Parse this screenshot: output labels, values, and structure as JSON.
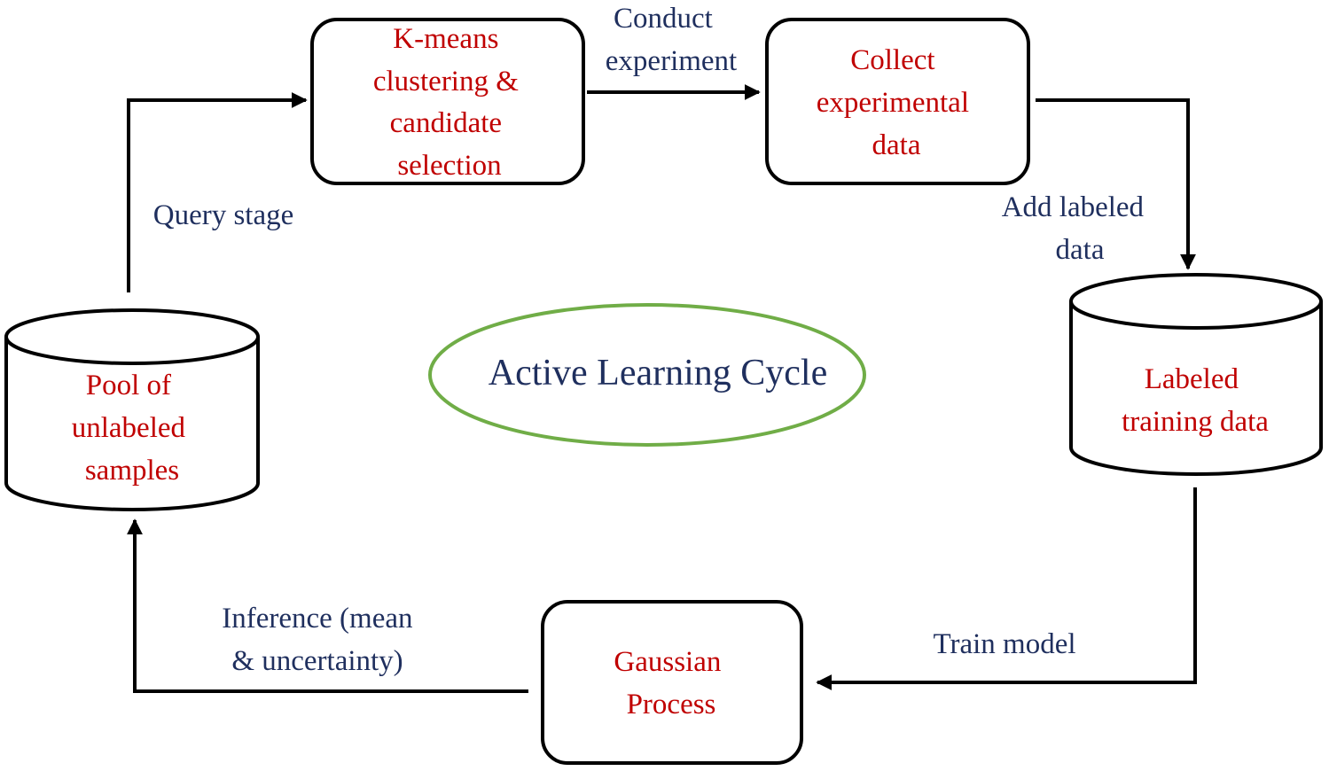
{
  "colors": {
    "node_text": "#c00000",
    "edge_text": "#1f2f5e",
    "stroke": "#000000",
    "center_ellipse": "#70ad47"
  },
  "center": {
    "label": "Active Learning Cycle"
  },
  "nodes": {
    "kmeans": {
      "shape": "rounded-rect",
      "lines": [
        "K-means",
        "clustering &",
        "candidate",
        "selection"
      ]
    },
    "collect": {
      "shape": "rounded-rect",
      "lines": [
        "Collect",
        "experimental",
        "data"
      ]
    },
    "labeled": {
      "shape": "cylinder",
      "lines": [
        "Labeled",
        "training data"
      ]
    },
    "gp": {
      "shape": "rounded-rect",
      "lines": [
        "Gaussian",
        "Process"
      ]
    },
    "pool": {
      "shape": "cylinder",
      "lines": [
        "Pool of",
        "unlabeled",
        "samples"
      ]
    }
  },
  "edges": {
    "conduct": {
      "lines": [
        "Conduct",
        "experiment"
      ]
    },
    "add": {
      "lines": [
        "Add labeled",
        "data"
      ]
    },
    "train": {
      "lines": [
        "Train model"
      ]
    },
    "inference": {
      "lines": [
        "Inference (mean",
        "& uncertainty)"
      ]
    },
    "query": {
      "lines": [
        "Query stage"
      ]
    }
  }
}
